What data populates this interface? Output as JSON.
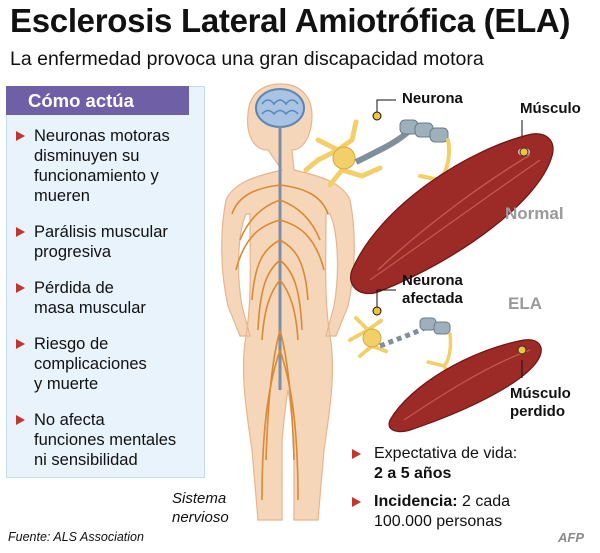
{
  "title": "Esclerosis Lateral Amiotrófica (ELA)",
  "subtitle": "La enfermedad provoca una gran discapacidad motora",
  "panel": {
    "heading": "Cómo actúa",
    "items": [
      "Neuronas motoras\ndisminuyen su\nfuncionamiento y\nmueren",
      "Parálisis muscular\nprogresiva",
      "Pérdida de\nmasa muscular",
      "Riesgo de\ncomplicaciones\ny muerte",
      "No afecta\nfunciones mentales\nni sensibilidad"
    ]
  },
  "figure_labels": {
    "neurona": "Neurona",
    "musculo": "Músculo",
    "normal": "Normal",
    "neurona_afectada": "Neurona\nafectada",
    "ela": "ELA",
    "musculo_perdido": "Músculo\nperdido",
    "sistema_nervioso": "Sistema\nnervioso"
  },
  "facts": {
    "expectancy_label": "Expectativa de vida:",
    "expectancy_value": "2 a 5 años",
    "incidence_label": "Incidencia:",
    "incidence_value": "2 cada",
    "incidence_value_2": "100.000 personas"
  },
  "source": "Fuente: ALS Association",
  "agency": "AFP",
  "colors": {
    "accent": "#6f5fa6",
    "arrow_red": "#c2362f",
    "panel_bg": "#e9f3fb",
    "body_skin": "#f6d6b8",
    "nerve": "#d98a35",
    "brain": "#5b86b8",
    "neuron": "#f3cf6a",
    "muscle": "#9c2a26",
    "axon": "#7f8f9c"
  }
}
